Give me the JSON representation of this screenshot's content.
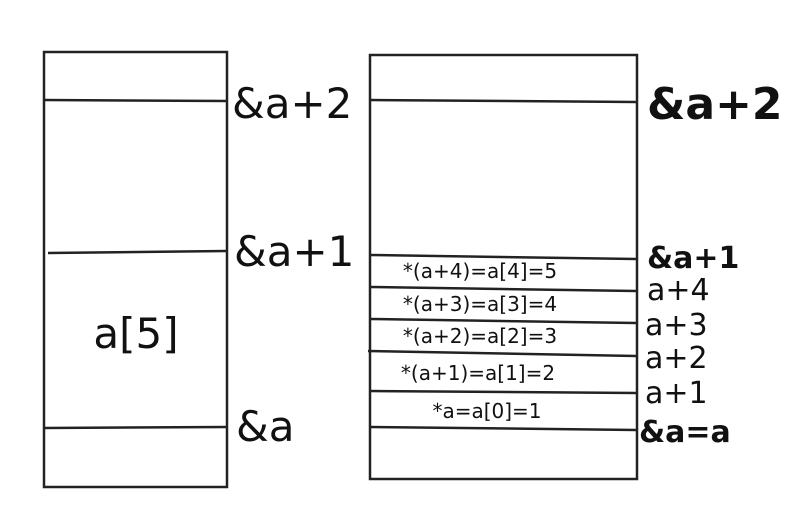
{
  "left_box": {
    "array_label": "a[5]",
    "address_labels": [
      "&a+2",
      "&a+1",
      "&a"
    ]
  },
  "right_box": {
    "top_label": "&a+2",
    "divider_labels": [
      "&a+1",
      "a+4",
      "a+3",
      "a+2",
      "a+1",
      "&a=a"
    ],
    "cells": [
      "*(a+4)=a[4]=5",
      "*(a+3)=a[3]=4",
      "*(a+2)=a[2]=3",
      "*(a+1)=a[1]=2",
      "*a=a[0]=1"
    ]
  },
  "colors": {
    "stroke": "#222222",
    "text": "#111111",
    "background": "#ffffff"
  }
}
